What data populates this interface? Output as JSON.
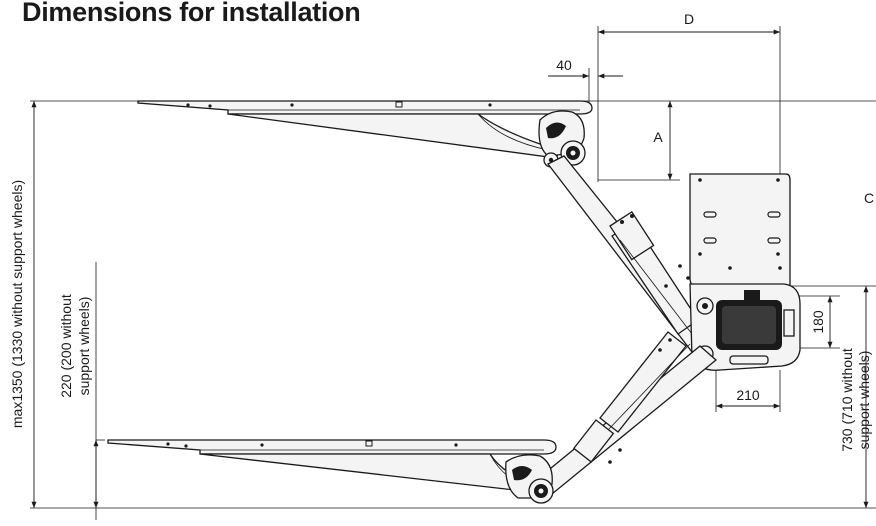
{
  "title": "Dimensions for installation",
  "labels": {
    "d": "D",
    "forty": "40",
    "a": "A",
    "c": "C",
    "max1350": "max1350 (1330 without support wheels)",
    "d220_line1": "220 (200  without",
    "d220_line2": "support wheels)",
    "d180": "180",
    "d210": "210",
    "d730_line1": "730 (710 without",
    "d730_line2": "support wheels)"
  },
  "colors": {
    "ink": "#1a1a1a",
    "background": "#ffffff",
    "part_fill": "#f4f4f4"
  }
}
